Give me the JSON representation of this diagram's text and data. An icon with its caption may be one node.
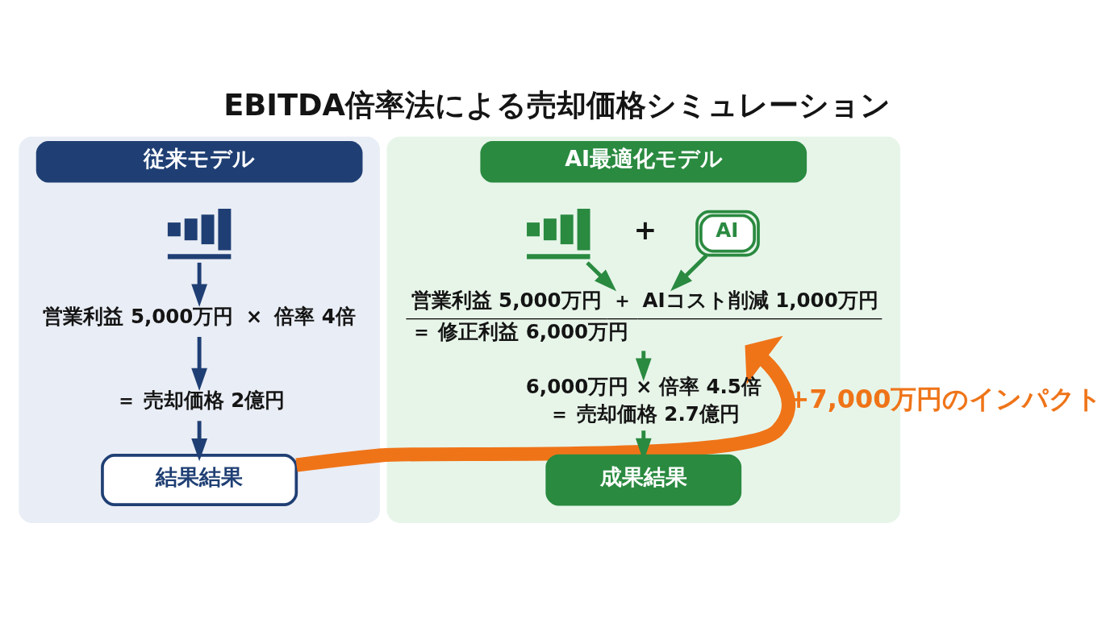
{
  "diagram": {
    "title": "EBITDA倍率法による売却価格シミュレーション",
    "nodes": [
      {
        "text": [
          "従来モデル"
        ]
      },
      {
        "text": [],
        "shape": "picture",
        "in": 0
      },
      {
        "text": [
          "営業利益 5,000万円",
          "×",
          "倍率 4倍"
        ],
        "in": 0
      },
      {
        "text": [
          "＝ 売却価格 2億円"
        ],
        "in": 0
      },
      {
        "text": [
          "結果結果"
        ],
        "in": 0
      },
      {
        "text": [
          "AI最適化モデル"
        ]
      },
      {
        "text": [],
        "shape": "picture",
        "in": 5
      },
      {
        "text": [
          "AI"
        ],
        "in": 5
      },
      {
        "text": [
          "営業利益 5,000万円",
          "＋",
          "AIコスト削減 1,000万円",
          "＝ 修正利益 6,000万円"
        ],
        "in": 5
      },
      {
        "text": [
          "6,000万円 × 倍率 4.5倍",
          "＝ 売却価格 2.7億円"
        ],
        "in": 5
      },
      {
        "text": [
          "成果結果"
        ],
        "in": 5
      }
    ],
    "edges": [
      {
        "from": 1,
        "to": 2,
        "arrow": "to"
      },
      {
        "from": 2,
        "to": 3,
        "arrow": "to"
      },
      {
        "from": 3,
        "to": 4,
        "arrow": "to"
      },
      {
        "from": 6,
        "to": 8,
        "arrow": "to"
      },
      {
        "from": 7,
        "to": 8,
        "arrow": "to"
      },
      {
        "from": 8,
        "to": 9,
        "arrow": "to"
      },
      {
        "from": 9,
        "to": 10,
        "arrow": "to"
      },
      {
        "from": 4,
        "to": 8,
        "arrow": "to",
        "label": "+7,000万円のインパクト",
        "style": "thick",
        "color": "#ef7418"
      }
    ],
    "labels": [
      "+"
    ]
  }
}
